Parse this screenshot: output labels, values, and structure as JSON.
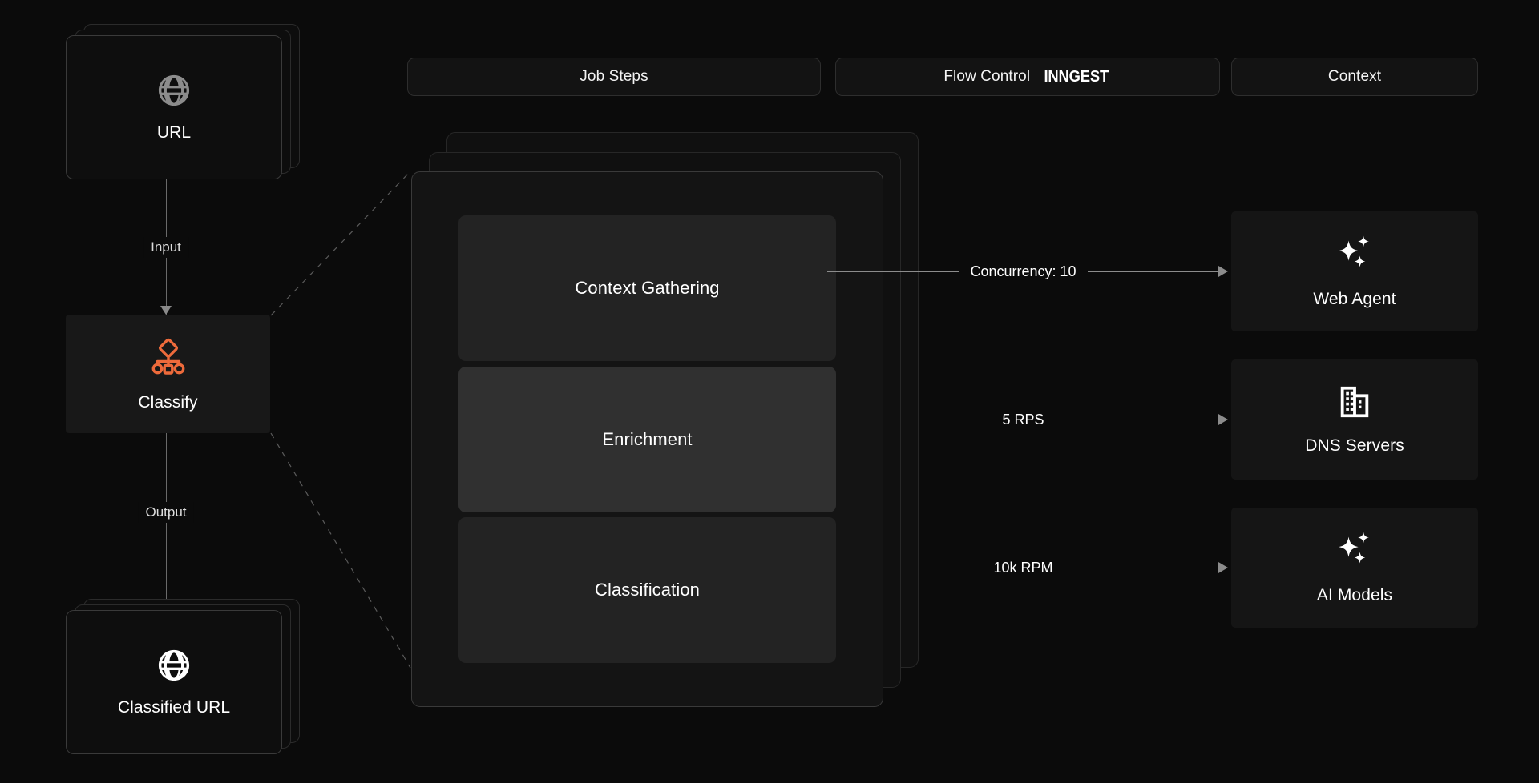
{
  "header": {
    "buttons": [
      {
        "label": "Job Steps",
        "icon": ""
      },
      {
        "label": "Flow Control",
        "wordmark": "INNGEST"
      },
      {
        "label": "Context",
        "icon": ""
      }
    ]
  },
  "left_flow": {
    "input_node": {
      "label": "URL",
      "icon": "globe-icon",
      "stacked": true
    },
    "input_edge_label": "Input",
    "process_node": {
      "label": "Classify",
      "icon": "workflow-icon",
      "accent": "#ED6A3B"
    },
    "output_edge_label": "Output",
    "output_node": {
      "label": "Classified URL",
      "icon": "globe-icon",
      "stacked": true
    }
  },
  "job_steps": {
    "steps": [
      {
        "label": "Context Gathering",
        "active": false
      },
      {
        "label": "Enrichment",
        "active": true
      },
      {
        "label": "Classification",
        "active": false
      }
    ]
  },
  "flow_control": {
    "connectors": [
      {
        "label": "Concurrency: 10"
      },
      {
        "label": "5 RPS"
      },
      {
        "label": "10k RPM"
      }
    ]
  },
  "context": {
    "cards": [
      {
        "label": "Web Agent",
        "icon": "sparkles-icon"
      },
      {
        "label": "DNS Servers",
        "icon": "building-icon"
      },
      {
        "label": "AI Models",
        "icon": "sparkles-icon"
      }
    ]
  },
  "colors": {
    "background": "#0b0b0b",
    "accent": "#ED6A3B",
    "card": "#151515",
    "step": "#232323",
    "step_active": "#303030",
    "border": "#3a3a3a",
    "line": "#8c8c8c",
    "text": "#ffffff"
  }
}
